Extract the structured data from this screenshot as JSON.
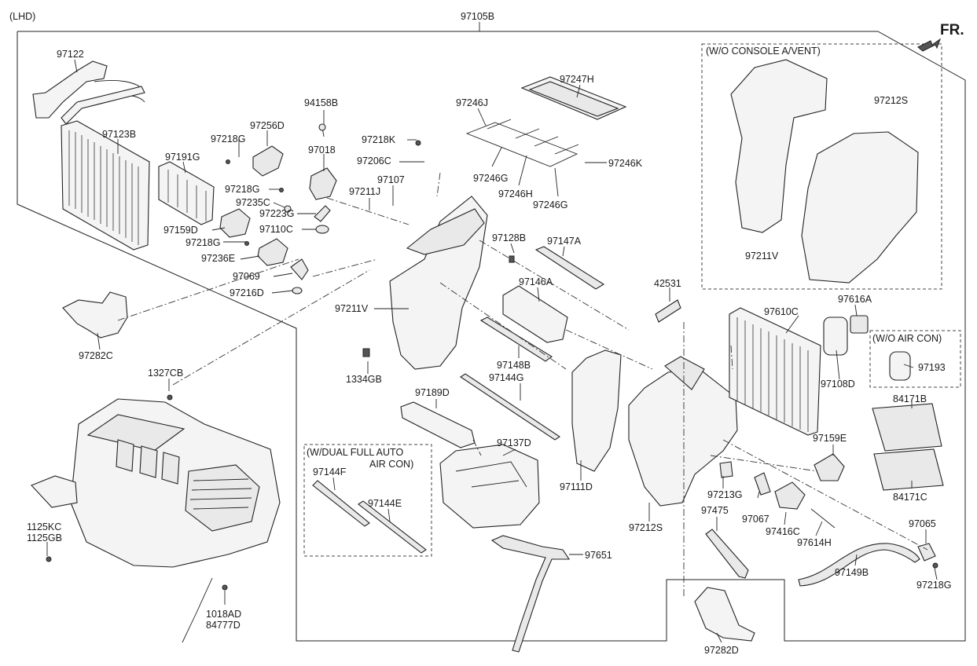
{
  "header": {
    "variant": "(LHD)",
    "assembly": "97105B",
    "direction": "FR."
  },
  "notes": {
    "console": "(W/O CONSOLE A/VENT)",
    "aircon": "(W/O AIR CON)",
    "dual_line1": "(W/DUAL FULL AUTO",
    "dual_line2": "AIR CON)"
  },
  "labels": {
    "p97122": "97122",
    "p97123B": "97123B",
    "p97191G": "97191G",
    "p97218G_a": "97218G",
    "p97256D": "97256D",
    "p94158B": "94158B",
    "p97018": "97018",
    "p97218G_b": "97218G",
    "p97235C": "97235C",
    "p97223G": "97223G",
    "p97159D": "97159D",
    "p97110C": "97110C",
    "p97218G_c": "97218G",
    "p97236E": "97236E",
    "p97069": "97069",
    "p97216D": "97216D",
    "p97218K": "97218K",
    "p97206C": "97206C",
    "p97211J": "97211J",
    "p97107": "97107",
    "p97246J": "97246J",
    "p97247H": "97247H",
    "p97246G_a": "97246G",
    "p97246H": "97246H",
    "p97246G_b": "97246G",
    "p97246K": "97246K",
    "p97212S_a": "97212S",
    "p97211V_a": "97211V",
    "p97128B": "97128B",
    "p97147A": "97147A",
    "p97146A": "97146A",
    "p97211V_b": "97211V",
    "p42531": "42531",
    "p97610C": "97610C",
    "p97616A": "97616A",
    "p97108D": "97108D",
    "p97193": "97193",
    "p97282C": "97282C",
    "p1327CB": "1327CB",
    "p1334GB": "1334GB",
    "p97148B": "97148B",
    "p97144G": "97144G",
    "p97189D": "97189D",
    "p97137D": "97137D",
    "p97144F": "97144F",
    "p97144E": "97144E",
    "p97111D": "97111D",
    "p97212S_b": "97212S",
    "p84171B": "84171B",
    "p97159E": "97159E",
    "p84171C": "84171C",
    "p97213G": "97213G",
    "p97067": "97067",
    "p97475": "97475",
    "p97416C": "97416C",
    "p97614H": "97614H",
    "p97065": "97065",
    "p97651": "97651",
    "p97149B": "97149B",
    "p97218G_d": "97218G",
    "p1125KC": "1125KC",
    "p1125GB": "1125GB",
    "p1018AD": "1018AD",
    "p84777D": "84777D",
    "p97282D": "97282D"
  }
}
